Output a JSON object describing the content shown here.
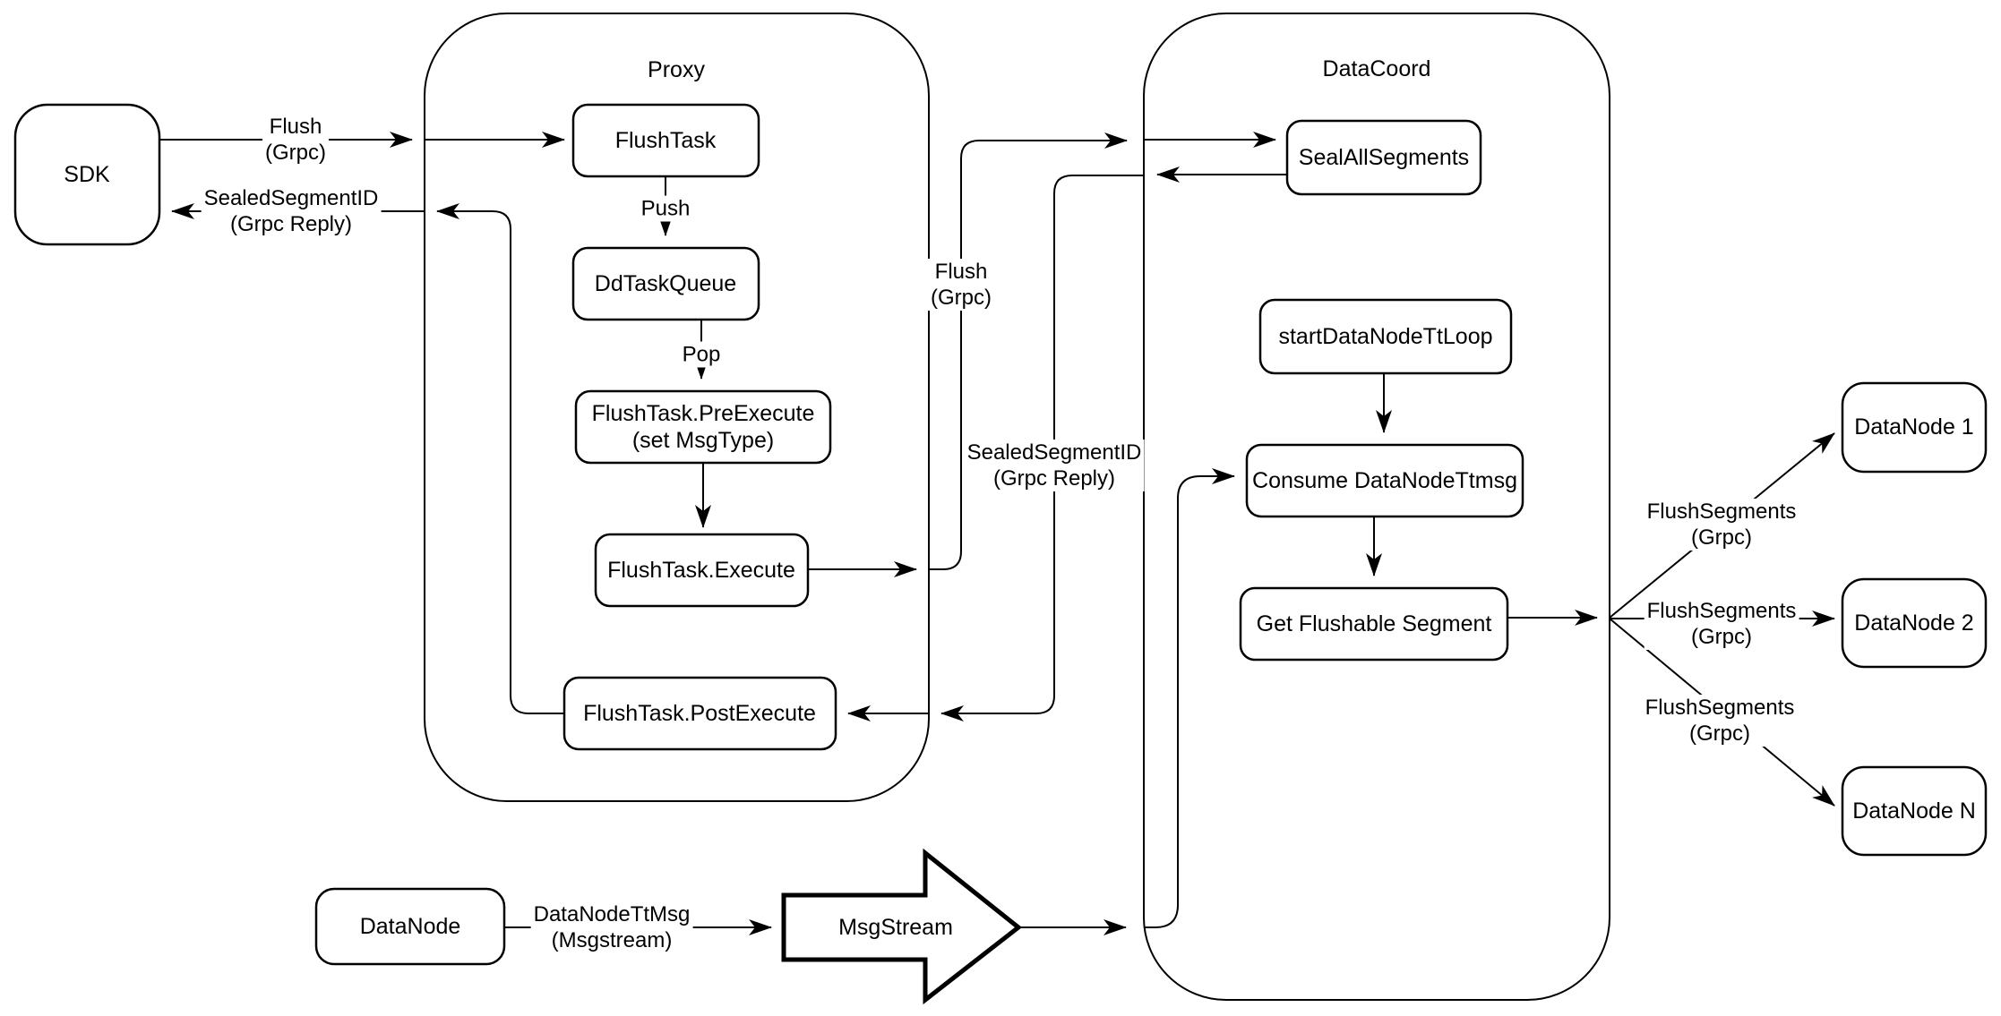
{
  "colors": {
    "stroke": "#000000",
    "background": "#ffffff"
  },
  "containers": {
    "proxy": {
      "title": "Proxy"
    },
    "dataCoord": {
      "title": "DataCoord"
    }
  },
  "nodes": {
    "sdk": {
      "label": "SDK"
    },
    "flushTask": {
      "label": "FlushTask"
    },
    "ddTaskQueue": {
      "label": "DdTaskQueue"
    },
    "preExecute": {
      "line1": "FlushTask.PreExecute",
      "line2": "(set MsgType)"
    },
    "execute": {
      "label": "FlushTask.Execute"
    },
    "postExecute": {
      "label": "FlushTask.PostExecute"
    },
    "sealAllSegments": {
      "label": "SealAllSegments"
    },
    "startDataNodeTtLoop": {
      "label": "startDataNodeTtLoop"
    },
    "consumeDataNodeTtmsg": {
      "label": "Consume DataNodeTtmsg"
    },
    "getFlushableSegment": {
      "label": "Get Flushable Segment"
    },
    "dataNode1": {
      "label": "DataNode 1"
    },
    "dataNode2": {
      "label": "DataNode 2"
    },
    "dataNodeN": {
      "label": "DataNode N"
    },
    "dataNodeBottom": {
      "label": "DataNode"
    },
    "msgStream": {
      "label": "MsgStream"
    }
  },
  "edges": {
    "flushSdkToProxy": {
      "line1": "Flush",
      "line2": "(Grpc)"
    },
    "sealedReplyToSdk": {
      "line1": "SealedSegmentID",
      "line2": "(Grpc Reply)"
    },
    "push": {
      "label": "Push"
    },
    "pop": {
      "label": "Pop"
    },
    "flushToDataCoord": {
      "line1": "Flush",
      "line2": "(Grpc)"
    },
    "sealedReplyToProxy": {
      "line1": "SealedSegmentID",
      "line2": "(Grpc Reply)"
    },
    "flushSegments1": {
      "line1": "FlushSegments",
      "line2": "(Grpc)"
    },
    "flushSegments2": {
      "line1": "FlushSegments",
      "line2": "(Grpc)"
    },
    "flushSegments3": {
      "line1": "FlushSegments",
      "line2": "(Grpc)"
    },
    "dataNodeTtMsg": {
      "line1": "DataNodeTtMsg",
      "line2": "(Msgstream)"
    }
  }
}
